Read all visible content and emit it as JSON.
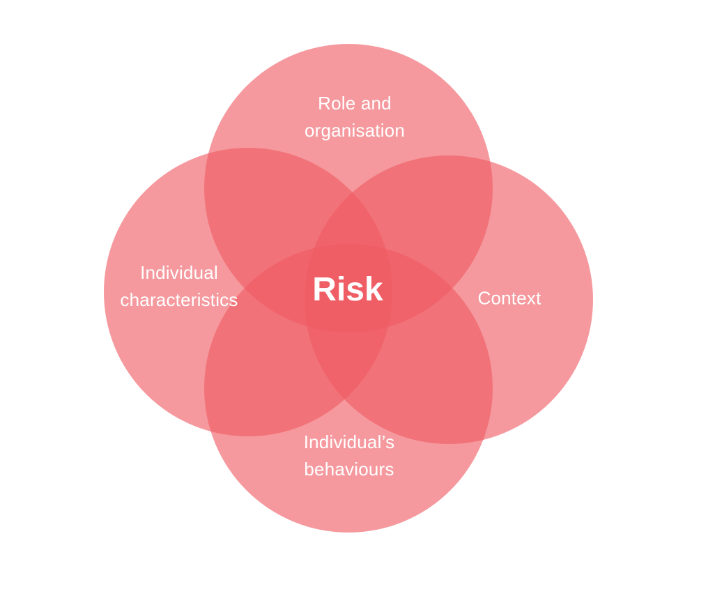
{
  "diagram": {
    "colors": {
      "circle_fill": "#ef5a63",
      "text": "#ffffff",
      "background": "#ffffff"
    },
    "center_label": "Risk",
    "circles": [
      {
        "id": "role",
        "lines": [
          "Role and",
          "organisation"
        ]
      },
      {
        "id": "characteristics",
        "lines": [
          "Individual",
          "characteristics"
        ]
      },
      {
        "id": "context",
        "lines": [
          "Context"
        ]
      },
      {
        "id": "behaviours",
        "lines": [
          "Individual’s",
          "behaviours"
        ]
      }
    ]
  }
}
